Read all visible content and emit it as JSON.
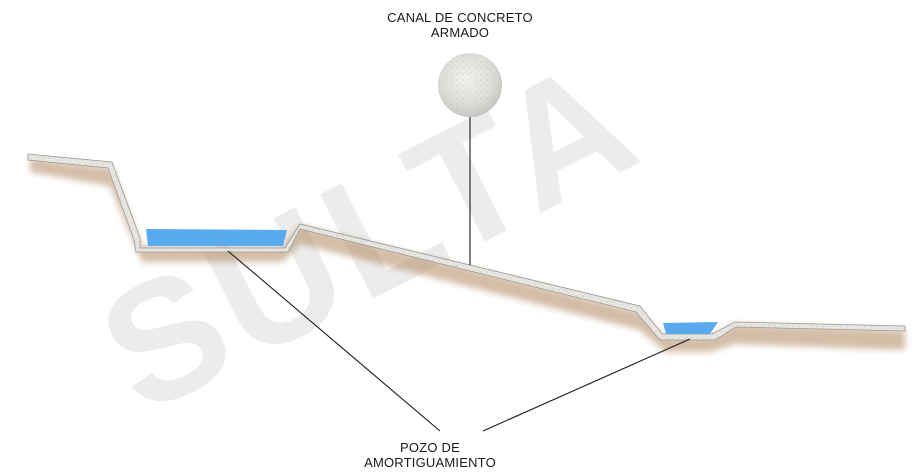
{
  "labels": {
    "canal": [
      "CANAL DE CONCRETO",
      "ARMADO"
    ],
    "pozo": [
      "POZO DE",
      "AMORTIGUAMIENTO"
    ]
  },
  "watermark": {
    "text": "SULTA",
    "color": "rgba(220,220,220,0.55)"
  },
  "colors": {
    "water": "#5aaaf0",
    "concrete_fill": "#e8e6e2",
    "concrete_stroke": "#9a9894",
    "soil_shadow": "#b08860",
    "leader_line": "#1a1a1a",
    "concrete_disc": "#dcdad6"
  }
}
